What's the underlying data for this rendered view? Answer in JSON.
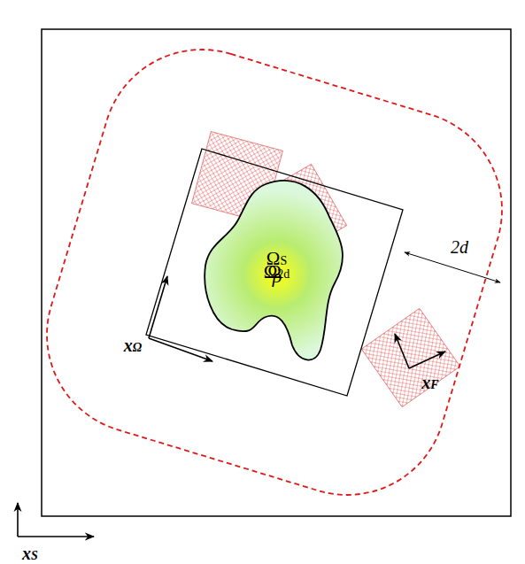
{
  "diagram": {
    "nodes": [
      {
        "text": [
          "ΩS"
        ]
      },
      {
        "text": [
          "Ω2d"
        ],
        "in": 0
      },
      {
        "text": [
          "Ω"
        ],
        "in": 1
      },
      {
        "text": [
          "ρ"
        ],
        "in": 2
      }
    ],
    "labels": [
      "xΩ",
      "xF",
      "xS",
      "2d"
    ]
  }
}
